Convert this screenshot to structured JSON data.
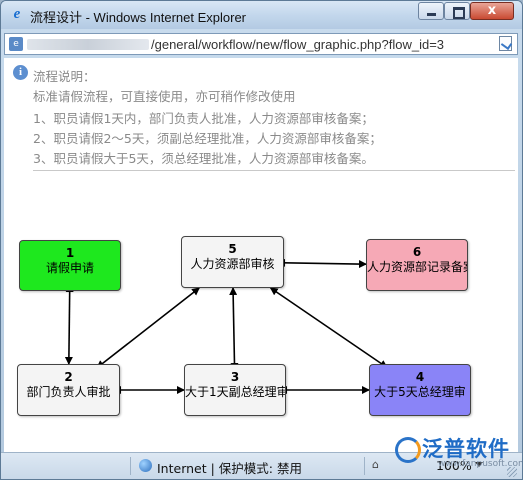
{
  "window": {
    "title": "流程设计 - Windows Internet Explorer",
    "controls": {
      "minimize": "–",
      "maximize": "□",
      "close": "x"
    }
  },
  "address": {
    "url_visible": "/general/workflow/new/flow_graphic.php?flow_id=3"
  },
  "description": {
    "title": "流程说明：",
    "lines": [
      "标准请假流程，可直接使用，亦可稍作修改使用",
      "1、职员请假1天内，部门负责人批准，人力资源部审核备案；",
      "2、职员请假2～5天，须副总经理批准，人力资源部审核备案；",
      "3、职员请假大于5天，须总经理批准，人力资源部审核备案。"
    ]
  },
  "flow": {
    "nodes": [
      {
        "id": "1",
        "num": "1",
        "label": "请假申请",
        "color": "#1ee81e"
      },
      {
        "id": "2",
        "num": "2",
        "label": "部门负责人审批",
        "color": "#f4f4f4"
      },
      {
        "id": "3",
        "num": "3",
        "label": "大于1天副总经理审",
        "color": "#f4f4f4"
      },
      {
        "id": "4",
        "num": "4",
        "label": "大于5天总经理审",
        "color": "#8a84f7"
      },
      {
        "id": "5",
        "num": "5",
        "label": "人力资源部审核",
        "color": "#f4f4f4"
      },
      {
        "id": "6",
        "num": "6",
        "label": "人力资源部记录备案",
        "color": "#f6a9b6"
      }
    ],
    "edges": [
      {
        "from": "1",
        "to": "2"
      },
      {
        "from": "2",
        "to": "3"
      },
      {
        "from": "3",
        "to": "4"
      },
      {
        "from": "2",
        "to": "5"
      },
      {
        "from": "3",
        "to": "5"
      },
      {
        "from": "4",
        "to": "5"
      },
      {
        "from": "5",
        "to": "6"
      }
    ]
  },
  "status": {
    "zone": "Internet | 保护模式: 禁用",
    "zoom": "100%"
  },
  "watermark": {
    "brand": "泛普软件",
    "url": "www.fanpusoft.com"
  }
}
